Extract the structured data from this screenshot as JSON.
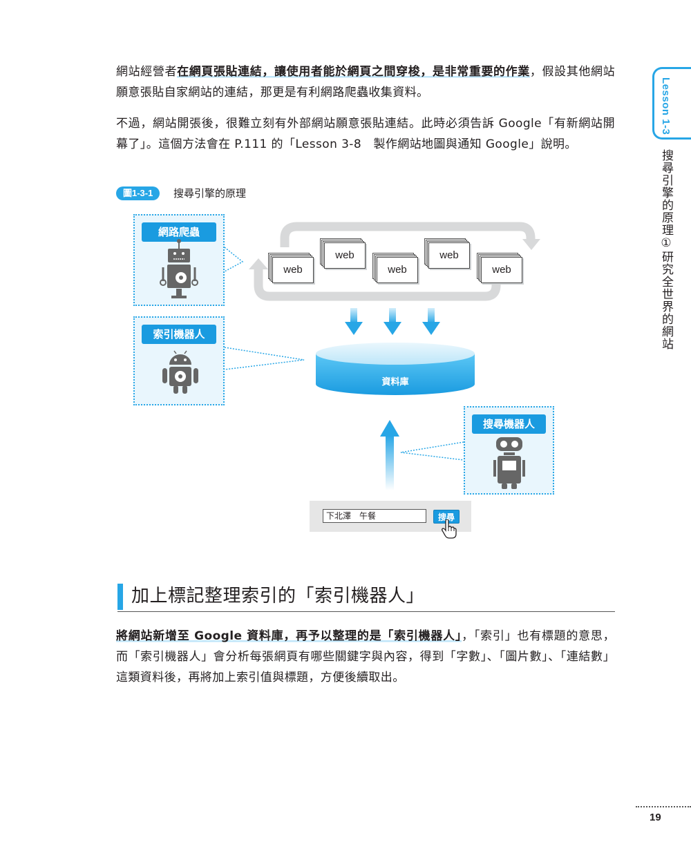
{
  "paragraphs": {
    "p1": {
      "pre": "網站經營者",
      "highlight": "在網頁張貼連結，讓使用者能於網頁之間穿梭，是非常重要的作業",
      "post": "，假設其他網站願意張貼自家網站的連結，那更是有利網路爬蟲收集資料。"
    },
    "p2": "不過，網站開張後，很難立刻有外部網站願意張貼連結。此時必須告訴 Google「有新網站開幕了」。這個方法會在 P.111 的「Lesson 3-8　製作網站地圖與通知 Google」說明。",
    "p3": {
      "highlight": "將網站新增至 Google 資料庫，再予以整理的是「索引機器人」",
      "post": "，「索引」也有標題的意思，而「索引機器人」會分析每張網頁有哪些關鍵字與內容，得到「字數」、「圖片數」、「連結數」這類資料後，再將加上索引值與標題，方便後續取出。"
    }
  },
  "side": {
    "lesson_label": "Lesson 1-3",
    "chapter_title": "搜尋引擎的原理①研究全世界的網站"
  },
  "figure": {
    "label": "圖1-3-1",
    "title": "搜尋引擎的原理",
    "crawler_tag": "網路爬蟲",
    "indexer_tag": "索引機器人",
    "searcher_tag": "搜尋機器人",
    "web_pages": [
      "web",
      "web",
      "web",
      "web",
      "web"
    ],
    "database_label": "資料庫",
    "search_query": "下北澤　午餐",
    "search_button": "搜尋",
    "accent_color": "#27a6e6"
  },
  "section": {
    "heading": "加上標記整理索引的「索引機器人」"
  },
  "page_number": "19"
}
